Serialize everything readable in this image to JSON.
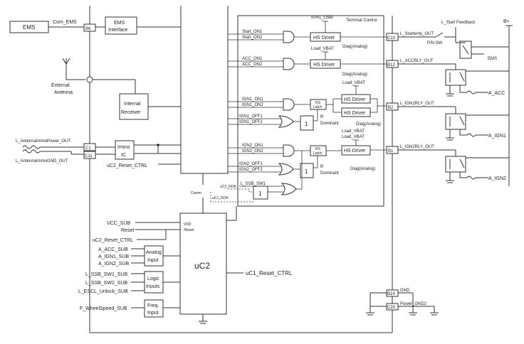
{
  "left": {
    "ems_box": "EMS",
    "com_ems": "Com_EMS",
    "pin_b6": "B6",
    "ems_if_l1": "EMS",
    "ems_if_l2": "Interface",
    "external_l1": "External",
    "external_l2": "Antenna",
    "internal_rx_l1": "Internal",
    "internal_rx_l2": "Receiver",
    "ant_power": "L_AntennaImmoPower_OUT",
    "ant_gnd": "L_AntennaImmoGND_OUT",
    "pin_c1": "C1",
    "pin_c11": "C11",
    "immo_l1": "Immo",
    "immo_l2": "IC",
    "uc2_reset": "uC2_Reset_CTRL"
  },
  "terminal": {
    "title": "Terminal Control",
    "ign1_load": "IGN1_Load",
    "load_vbat_1": "Load_VBAT",
    "load_vbat_2": "Load_VBAT",
    "load_vbat_3": "Load_VBAT",
    "load_vbat_4": "Load_VBAT",
    "start_on1": "Start_ON1",
    "start_on2": "Start_ON2",
    "acc_on1": "ACC_ON1",
    "acc_on2": "ACC_ON2",
    "ign1_on1": "IGN1_ON1",
    "ign1_on2": "IGN1_ON2",
    "ign1_off1": "IGN1_OFF1",
    "ign1_off2": "IGN1_OFF2",
    "ign2_on1": "IGN2_ON1",
    "ign2_on2": "IGN2_ON2",
    "ign2_off1": "IGN2_OFF1",
    "ign2_off2": "IGN2_OFF2",
    "l_ssb_sw1": "L_SSB_SW1",
    "uc2_nok": "uC2_NOK",
    "uc1_nok": "uC1_NOK",
    "hs_driver": "HS Driver",
    "rs_latch_l1": "RS",
    "rs_latch_l2": "Latch",
    "one": "1",
    "r": "R",
    "dominant": "Dominant",
    "diag_analog": "Diag(Analog)",
    "comm": "Comm"
  },
  "right": {
    "l_start_feedback": "L_Start Feedback",
    "b_plus": "B+",
    "l_starter_out": "L_Starterrly_OUT",
    "pn_sw": "P/N SW",
    "ems": "EMS",
    "l_accrly_out": "L_ACCRLY_OUT",
    "a_acc": "A_ACC",
    "l_ign1rly_out": "L_IGN1RLY_OUT",
    "a_ign1": "A_IGN1",
    "l_ign2rly_out": "L_IGN2RLY_OUT",
    "a_ign2": "A_IGN2",
    "pin_c10": "C10",
    "pin_b12": "B12",
    "pin_b2": "B2",
    "pin_b1": "B1",
    "pin_b14": "B14",
    "pin_c20": "C20",
    "gnd": "GND",
    "power_gnd2": "Power_GND2"
  },
  "bottom": {
    "vcc_sub": "VCC_SUB",
    "reset": "Reset",
    "uc2_reset_ctrl": "uC2_Reset_CTRL",
    "vdd": "VDD",
    "reset_pin": "/Reset",
    "a_acc_sub": "A_ACC_SUB",
    "a_ign1_sub": "A_IGN1_SUB",
    "a_ign2_sub": "A_IGN2_SUB",
    "analog_l1": "Analog",
    "analog_l2": "Input",
    "ssb_sw1_sub": "L_SSB_SW1_SUB",
    "ssb_sw2_sub": "L_SSB_SW2_SUB",
    "escl_sub": "L_ESCL_Unlock_SUB",
    "logic_l1": "Logic",
    "logic_l2": "Inouts",
    "wheelspeed_sub": "F_WheelSpeed_SUB",
    "freq_l1": "Freq.",
    "freq_l2": "Input",
    "uc2": "uC2",
    "uc1_reset": "uC1_Reset_CTRL"
  }
}
